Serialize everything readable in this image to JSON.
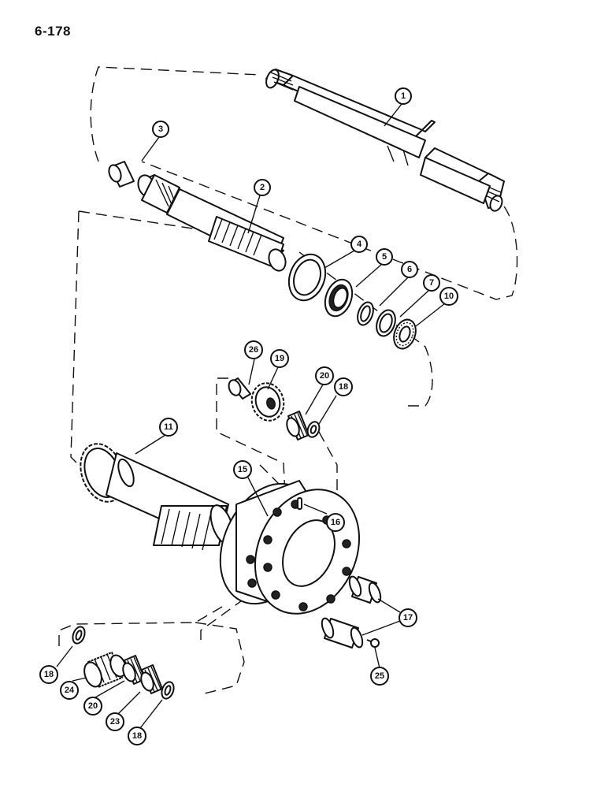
{
  "page_number": "6-178",
  "callouts": [
    {
      "id": "c1",
      "label": "1"
    },
    {
      "id": "c2",
      "label": "2"
    },
    {
      "id": "c3",
      "label": "3"
    },
    {
      "id": "c4",
      "label": "4"
    },
    {
      "id": "c5",
      "label": "5"
    },
    {
      "id": "c6",
      "label": "6"
    },
    {
      "id": "c7",
      "label": "7"
    },
    {
      "id": "c10",
      "label": "10"
    },
    {
      "id": "c26",
      "label": "26"
    },
    {
      "id": "c19",
      "label": "19"
    },
    {
      "id": "c20a",
      "label": "20"
    },
    {
      "id": "c18a",
      "label": "18"
    },
    {
      "id": "c11",
      "label": "11"
    },
    {
      "id": "c15",
      "label": "15"
    },
    {
      "id": "c16",
      "label": "16"
    },
    {
      "id": "c17",
      "label": "17"
    },
    {
      "id": "c25",
      "label": "25"
    },
    {
      "id": "c18b",
      "label": "18"
    },
    {
      "id": "c24",
      "label": "24"
    },
    {
      "id": "c20b",
      "label": "20"
    },
    {
      "id": "c23",
      "label": "23"
    },
    {
      "id": "c18c",
      "label": "18"
    }
  ]
}
